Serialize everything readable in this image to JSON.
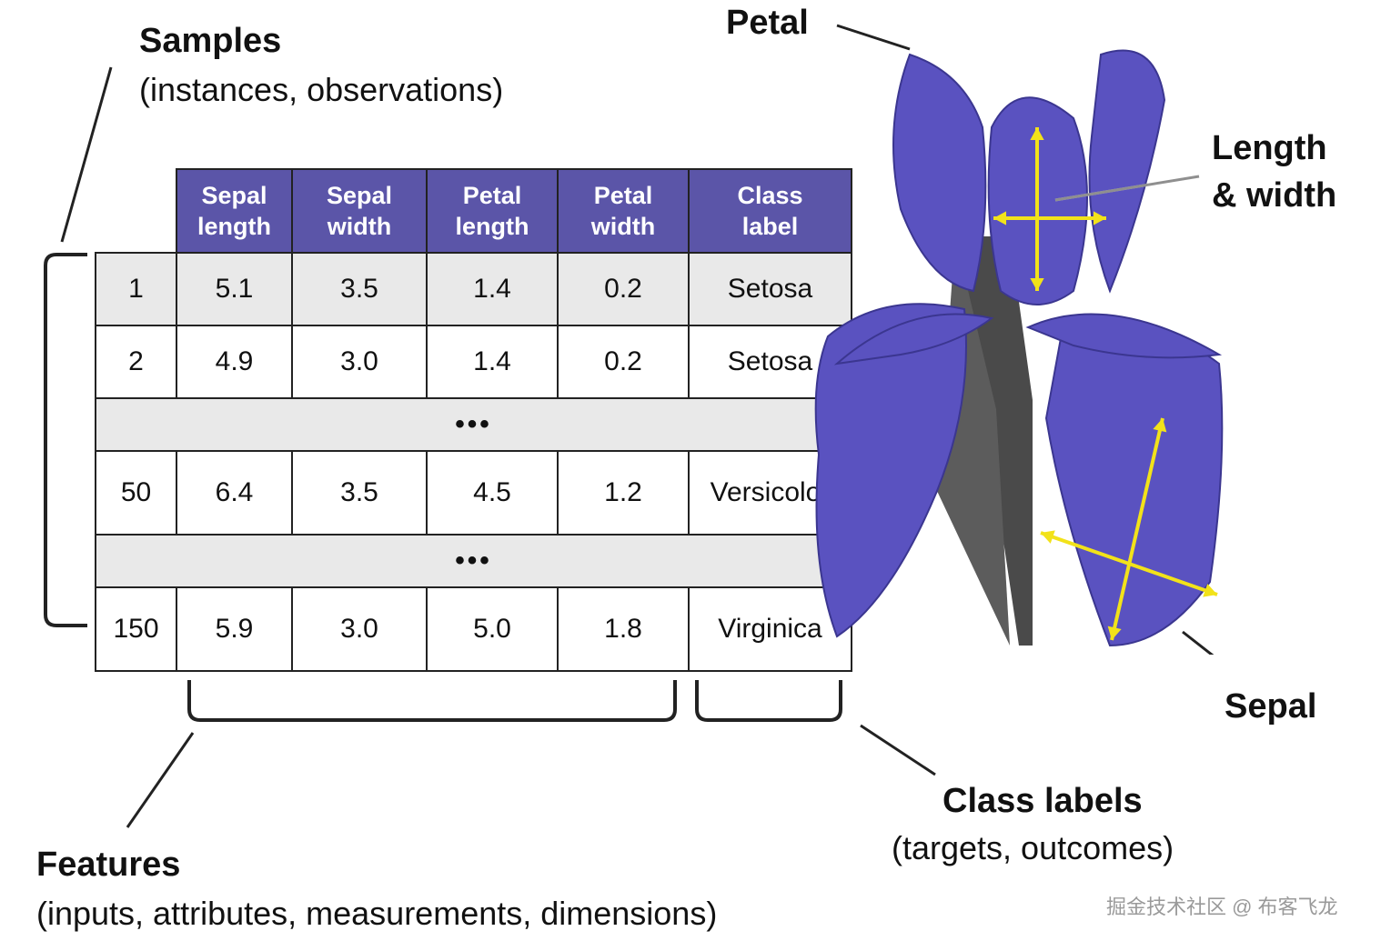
{
  "labels": {
    "samples_title": "Samples",
    "samples_sub": "(instances, observations)",
    "features_title": "Features",
    "features_sub": "(inputs, attributes, measurements, dimensions)",
    "class_title": "Class labels",
    "class_sub": "(targets, outcomes)",
    "petal": "Petal",
    "length_width_1": "Length",
    "length_width_2": "& width",
    "sepal": "Sepal"
  },
  "table": {
    "headers": [
      {
        "line1": "Sepal",
        "line2": "length"
      },
      {
        "line1": "Sepal",
        "line2": "width"
      },
      {
        "line1": "Petal",
        "line2": "length"
      },
      {
        "line1": "Petal",
        "line2": "width"
      },
      {
        "line1": "Class",
        "line2": "label"
      }
    ],
    "rows": [
      {
        "id": "1",
        "cells": [
          "5.1",
          "3.5",
          "1.4",
          "0.2",
          "Setosa"
        ]
      },
      {
        "id": "2",
        "cells": [
          "4.9",
          "3.0",
          "1.4",
          "0.2",
          "Setosa"
        ]
      },
      {
        "id": "50",
        "cells": [
          "6.4",
          "3.5",
          "4.5",
          "1.2",
          "Versicolor"
        ]
      },
      {
        "id": "150",
        "cells": [
          "5.9",
          "3.0",
          "5.0",
          "1.8",
          "Virginica"
        ]
      }
    ],
    "ellipsis": "•••"
  },
  "colors": {
    "header_fill": "#5b55a8",
    "shaded_row": "#e9e9e9",
    "petal_blue": "#5a52c0",
    "arrow_yellow": "#f2e21a"
  },
  "watermark": "掘金技术社区 @ 布客飞龙"
}
